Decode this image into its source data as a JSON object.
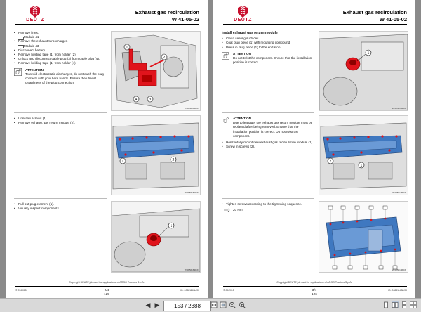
{
  "left_page": {
    "logo_text": "DEUTZ",
    "title": "Exhaust gas recirculation",
    "code": "W 41-05-02",
    "section1": {
      "items": [
        "Remove lines.",
        "Module 41",
        "Remove the exhaust turbocharger.",
        "Module 43",
        "Disconnect battery.",
        "Remove holding tape (1) from holder (2)",
        "Unlock and disconnect cable plug (3) from cable plug (4).",
        "Remove holding tape (1) from holder (4)"
      ],
      "attention_title": "ATTENTION",
      "attention_text": "To avoid electrostatic discharges, do not touch the plug contacts with your bare hands. Ensure the utmost cleanliness of the plug connection."
    },
    "section2": {
      "items": [
        "Unscrew screws (1).",
        "Remove exhaust gas return module (2)."
      ]
    },
    "section3": {
      "items": [
        "Pull out plug element (1).",
        "Visually inspect components."
      ]
    },
    "fig1_code": "W 0856182D/F",
    "fig2_code": "W 0856181D/F",
    "fig3_code": "W 0856183D/F",
    "footer_copyright": "Copyright DEUTZ job card for applications of ARGO Tractors S.p.A.",
    "footer_left": "© 09/2015",
    "footer_right": "ID: 00881143b/00",
    "page_fraction": "2/4",
    "page_number": "125"
  },
  "right_page": {
    "logo_text": "DEUTZ",
    "title": "Exhaust gas recirculation",
    "code": "W 41-05-02",
    "section1": {
      "heading": "Install exhaust gas return module",
      "items": [
        "Clean sealing surfaces.",
        "Coat plug piece (1) with mounting compound.",
        "Press in plug piece (1) to the end stop."
      ],
      "attention_title": "ATTENTION",
      "attention_text": "Do not twist the component. Ensure that the installation position is correct."
    },
    "section2": {
      "attention_title": "ATTENTION",
      "attention_text": "Due to leakage, the exhaust gas return module must be replaced after being removed. Ensure that the installation position is correct. Do not twist the component.",
      "items": [
        "Horizontally mount new exhaust gas recirculation module (1).",
        "Screw in screws (2)."
      ]
    },
    "section3": {
      "items": [
        "Tighten screws according to the tightening sequence."
      ],
      "torque": "20 Nm"
    },
    "fig1_code": "W 0856184D/F",
    "fig2_code": "W 0856185D/F",
    "fig3_code": "W 0856186D/F",
    "footer_copyright": "Copyright DEUTZ job card for applications of ARGO Tractors S.p.A.",
    "footer_left": "© 09/2015",
    "footer_right": "ID: 00881143b/00",
    "page_fraction": "3/4",
    "page_number": "126"
  },
  "toolbar": {
    "page_value": "153 / 2388",
    "icons": [
      "prev-page-icon",
      "next-page-icon",
      "fit-width-icon",
      "zoom-out-icon",
      "zoom-in-icon",
      "single-page-icon",
      "two-page-icon",
      "scroll-icon"
    ]
  },
  "colors": {
    "brand_red": "#c8102e",
    "highlight_red": "#e0141c",
    "module_blue": "#3f78c0"
  }
}
